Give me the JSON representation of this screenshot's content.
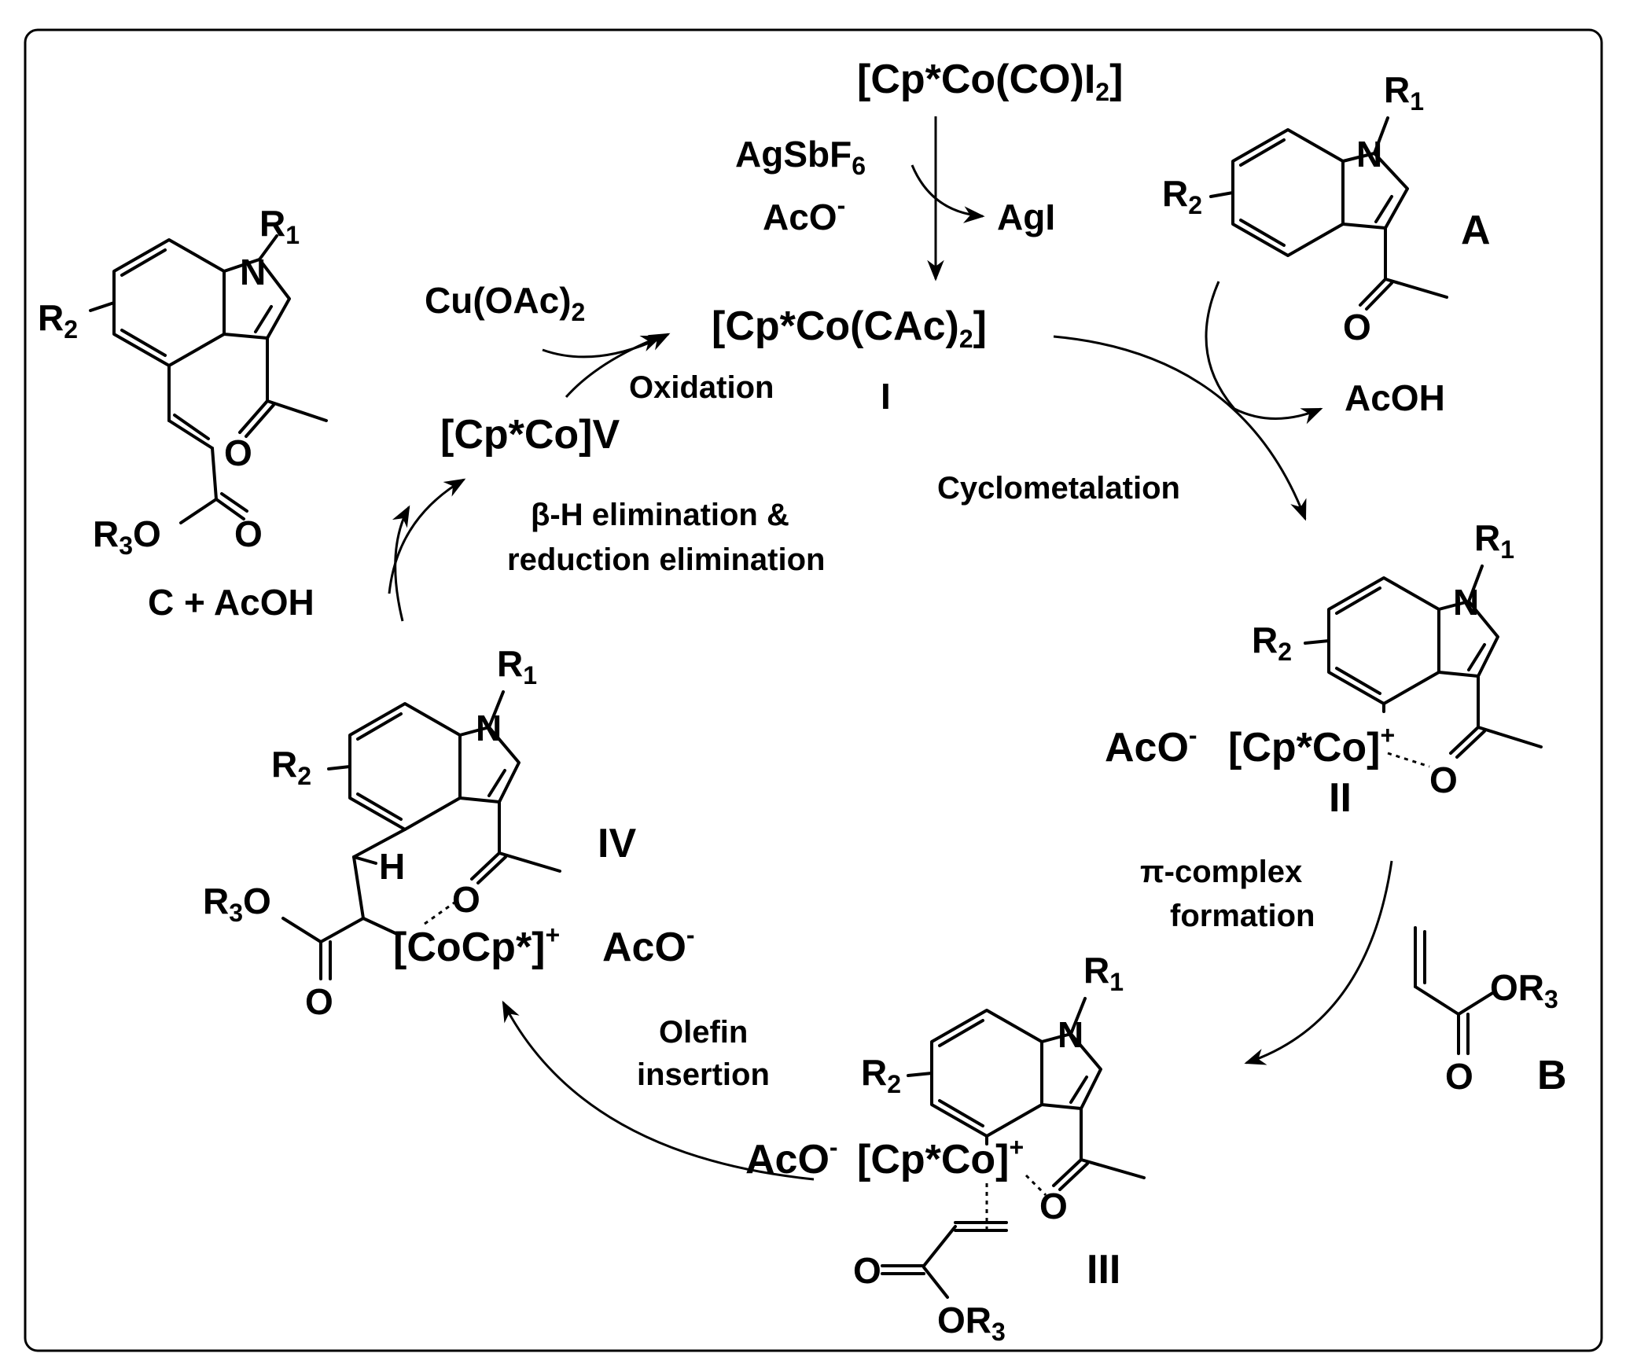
{
  "reagents": {
    "precatalyst": "[Cp*Co(CO)I",
    "precatalyst_sub": "2",
    "precatalyst_close": "]",
    "silver_salt": "AgSbF",
    "silver_salt_sub": "6",
    "acetate": "AcO",
    "acetate_charge": "-",
    "byproduct": "AgI",
    "oxidant": "Cu(OAc)",
    "oxidant_sub": "2",
    "acetic_acid": "AcOH"
  },
  "intermediates": {
    "I": {
      "formula": "[Cp*Co(CAc)",
      "sub": "2",
      "close": "]",
      "label": "I"
    },
    "II": {
      "metal": "[Cp*Co]",
      "charge": "+",
      "counter_ion": "AcO",
      "counter_charge": "-",
      "label": "II"
    },
    "III": {
      "metal": "[Cp*Co]",
      "charge": "+",
      "counter_ion": "AcO",
      "counter_charge": "-",
      "label": "III"
    },
    "IV": {
      "metal": "[CoCp*]",
      "charge": "+",
      "counter_ion": "AcO",
      "counter_charge": "-",
      "label": "IV",
      "hydrogen": "H"
    },
    "V": {
      "formula": "[Cp*Co]V"
    }
  },
  "substrates": {
    "A": {
      "label": "A"
    },
    "B": {
      "label": "B"
    },
    "C": {
      "text": "C + AcOH"
    }
  },
  "atoms": {
    "N": "N",
    "O": "O",
    "R1": "R",
    "R1_sub": "1",
    "R2": "R",
    "R2_sub": "2",
    "R3": "R",
    "R3_sub": "3",
    "OR3": "OR",
    "OR3_sub": "3"
  },
  "steps": {
    "cyclometalation": "Cyclometalation",
    "pi_complex_line1": "π-complex",
    "pi_complex_line2": "formation",
    "olefin_line1": "Olefin",
    "olefin_line2": "insertion",
    "elimination_line1": "β-H elimination &",
    "elimination_line2": "reduction elimination",
    "oxidation": "Oxidation"
  }
}
